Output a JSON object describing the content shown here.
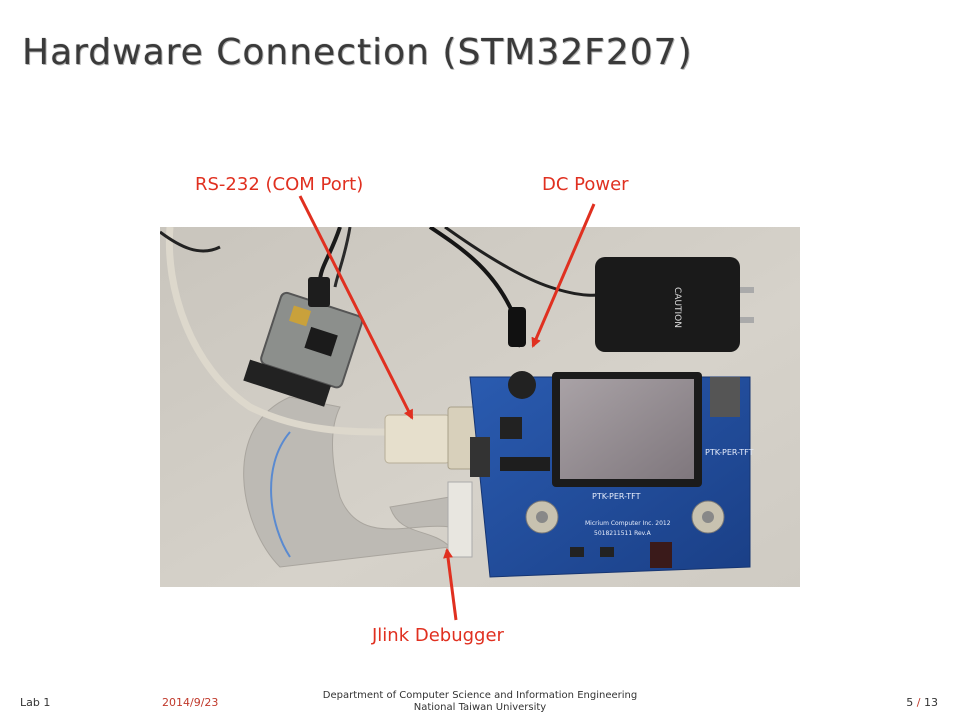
{
  "slide": {
    "title": "Hardware Connection (STM32F207)",
    "labels": {
      "rs232": "RS-232 (COM Port)",
      "dc_power": "DC Power",
      "jlink": "Jlink Debugger"
    },
    "board_text": {
      "ptk_top": "PTK-PER-TFT",
      "ptk_mid": "PTK-PER-TFT",
      "maker": "Micrium Computer Inc. 2012",
      "rev": "5018211511 Rev.A",
      "caution": "CAUTION"
    }
  },
  "footer": {
    "lab": "Lab 1",
    "date": "2014/9/23",
    "dept_line1": "Department of Computer Science and Information Engineering",
    "dept_line2": "National Taiwan University",
    "page_current": "5",
    "page_sep": "/",
    "page_total": "13"
  },
  "colors": {
    "annotation": "#e03020",
    "title": "#3a3a3a",
    "board": "#1f4fa0"
  }
}
